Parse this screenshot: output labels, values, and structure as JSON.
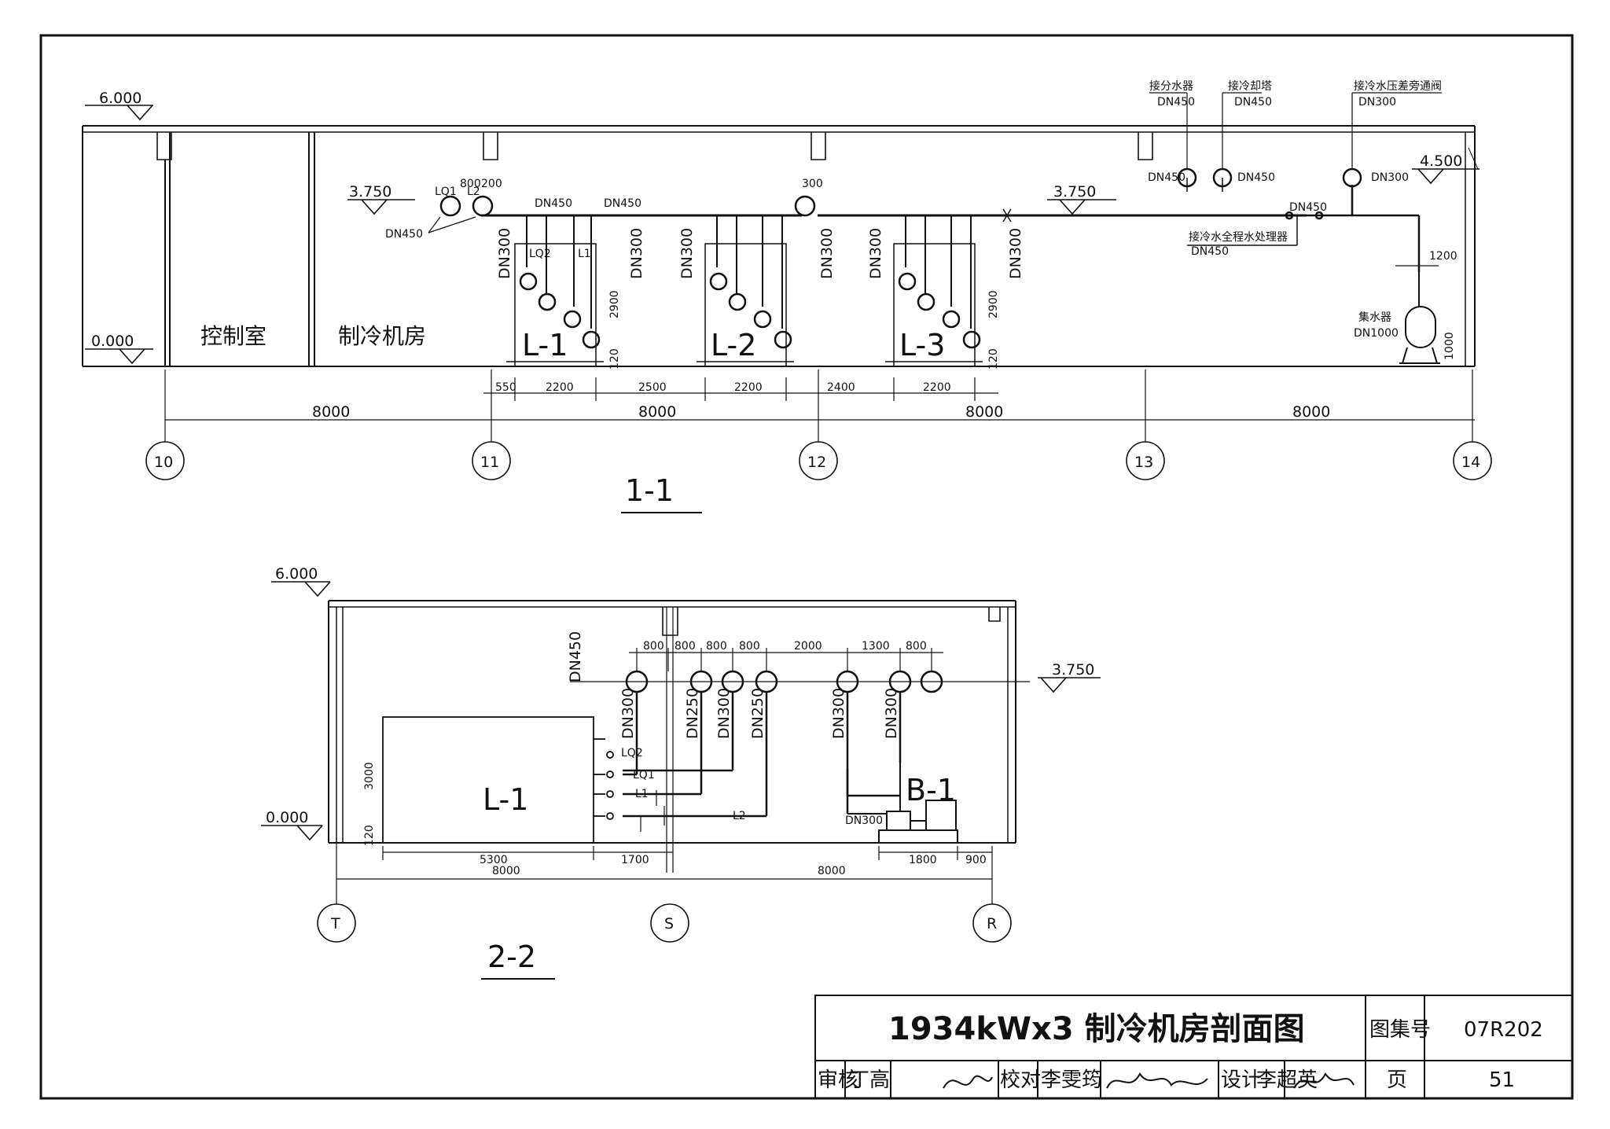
{
  "section1": {
    "title": "1-1",
    "elev_roof": "6.000",
    "elev_floor": "0.000",
    "elev_pipe_left": "3.750",
    "elev_pipe_mid": "3.750",
    "elev_pipe_right": "4.500",
    "room_control": "控制室",
    "room_chiller": "制冷机房",
    "chillers": [
      "L-1",
      "L-2",
      "L-3"
    ],
    "axis_labels": [
      "10",
      "11",
      "12",
      "13",
      "14"
    ],
    "bay_dims": [
      "8000",
      "8000",
      "8000",
      "8000"
    ],
    "sub_dims": [
      "550",
      "2200",
      "2500",
      "2200",
      "2400",
      "2200"
    ],
    "pipe_labels": {
      "dn450_a": "DN450",
      "dn450_b": "DN450",
      "dn450_c": "DN450",
      "dn300_1": "DN300",
      "dn300_2": "DN300",
      "dn300_3": "DN300",
      "dn300_4": "DN300",
      "dn300_5": "DN300",
      "dn300_6": "DN300",
      "dim_800": "800",
      "dim_200": "200",
      "dim_300": "300",
      "dim_2900a": "2900",
      "dim_2900b": "2900",
      "dim_120a": "120",
      "dim_120b": "120",
      "dim_1200": "1200",
      "dim_1000": "1000",
      "lq1": "LQ1",
      "l2": "L2",
      "lq2": "LQ2",
      "l1": "L1"
    },
    "connections": {
      "to_distributor": "接分水器",
      "to_distributor_dn": "DN450",
      "to_tower": "接冷却塔",
      "to_tower_dn": "DN450",
      "to_bypass": "接冷水压差旁通阀",
      "to_bypass_dn": "DN300",
      "dn450_r1": "DN450",
      "dn450_r2": "DN450",
      "dn300_r": "DN300",
      "dn450_r3": "DN450",
      "water_treat": "接冷水全程水处理器",
      "water_treat_dn": "DN450",
      "collector": "集水器",
      "collector_dn": "DN1000"
    }
  },
  "section2": {
    "title": "2-2",
    "elev_roof": "6.000",
    "elev_floor": "0.000",
    "elev_pipe": "3.750",
    "chiller": "L-1",
    "pump": "B-1",
    "axis_labels": [
      "T",
      "S",
      "R"
    ],
    "bay_dims": [
      "8000",
      "8000"
    ],
    "sub_dims": [
      "5300",
      "1700",
      "1800",
      "900"
    ],
    "top_dims": [
      "800",
      "800",
      "800",
      "800",
      "2000",
      "1300",
      "800"
    ],
    "pipe_labels": [
      "DN450",
      "DN300",
      "DN250",
      "DN300",
      "DN250",
      "DN300",
      "DN300"
    ],
    "small_labels": {
      "lq2": "LQ2",
      "l1": "L1",
      "lq1": "LQ1",
      "l2": "L2",
      "dim_3000": "3000",
      "dim_120": "120",
      "pump_dn": "DN300"
    }
  },
  "titleblock": {
    "title": "1934kWx3 制冷机房剖面图",
    "atlas_label": "图集号",
    "atlas_no": "07R202",
    "review_label": "审核",
    "reviewer": "丁高",
    "check_label": "校对",
    "checker": "李雯筠",
    "design_label": "设计",
    "designer": "李超英",
    "page_label": "页",
    "page_no": "51"
  }
}
